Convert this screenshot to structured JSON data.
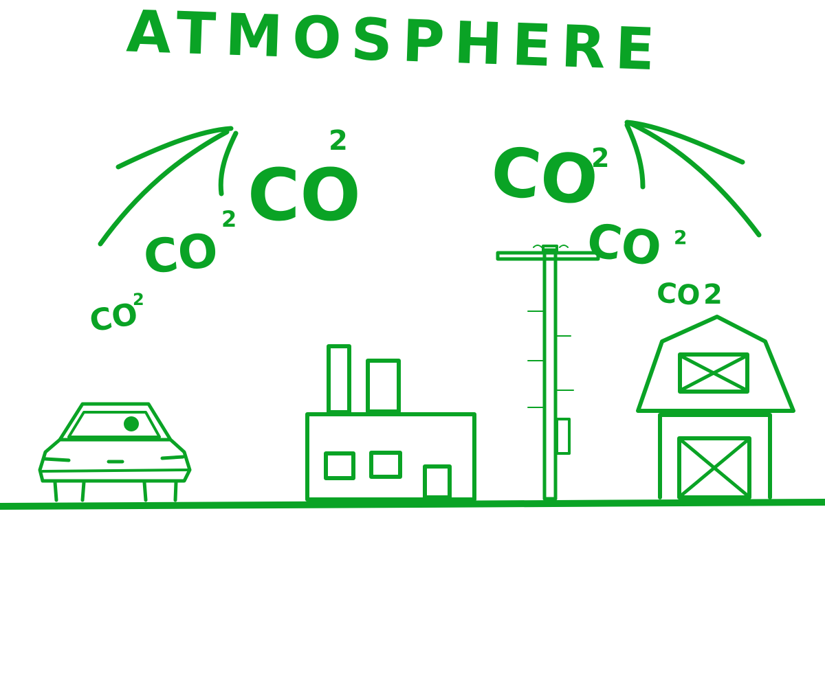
{
  "colors": {
    "ink": "#0aa325",
    "background": "#ffffff"
  },
  "title": "ATMOSPHERE",
  "emissions": {
    "car_small": {
      "base": "CO",
      "sub": "2"
    },
    "car_medium": {
      "base": "CO",
      "sub": "2"
    },
    "car_large": {
      "base": "CO",
      "sub": "2"
    },
    "tower_large": {
      "base": "CO",
      "sub": "2"
    },
    "tower_medium": {
      "base": "CO",
      "sub": "2"
    },
    "barn_small": {
      "base": "CO",
      "sub": "2"
    }
  },
  "sources": [
    "car",
    "factory",
    "power-pole",
    "barn"
  ]
}
